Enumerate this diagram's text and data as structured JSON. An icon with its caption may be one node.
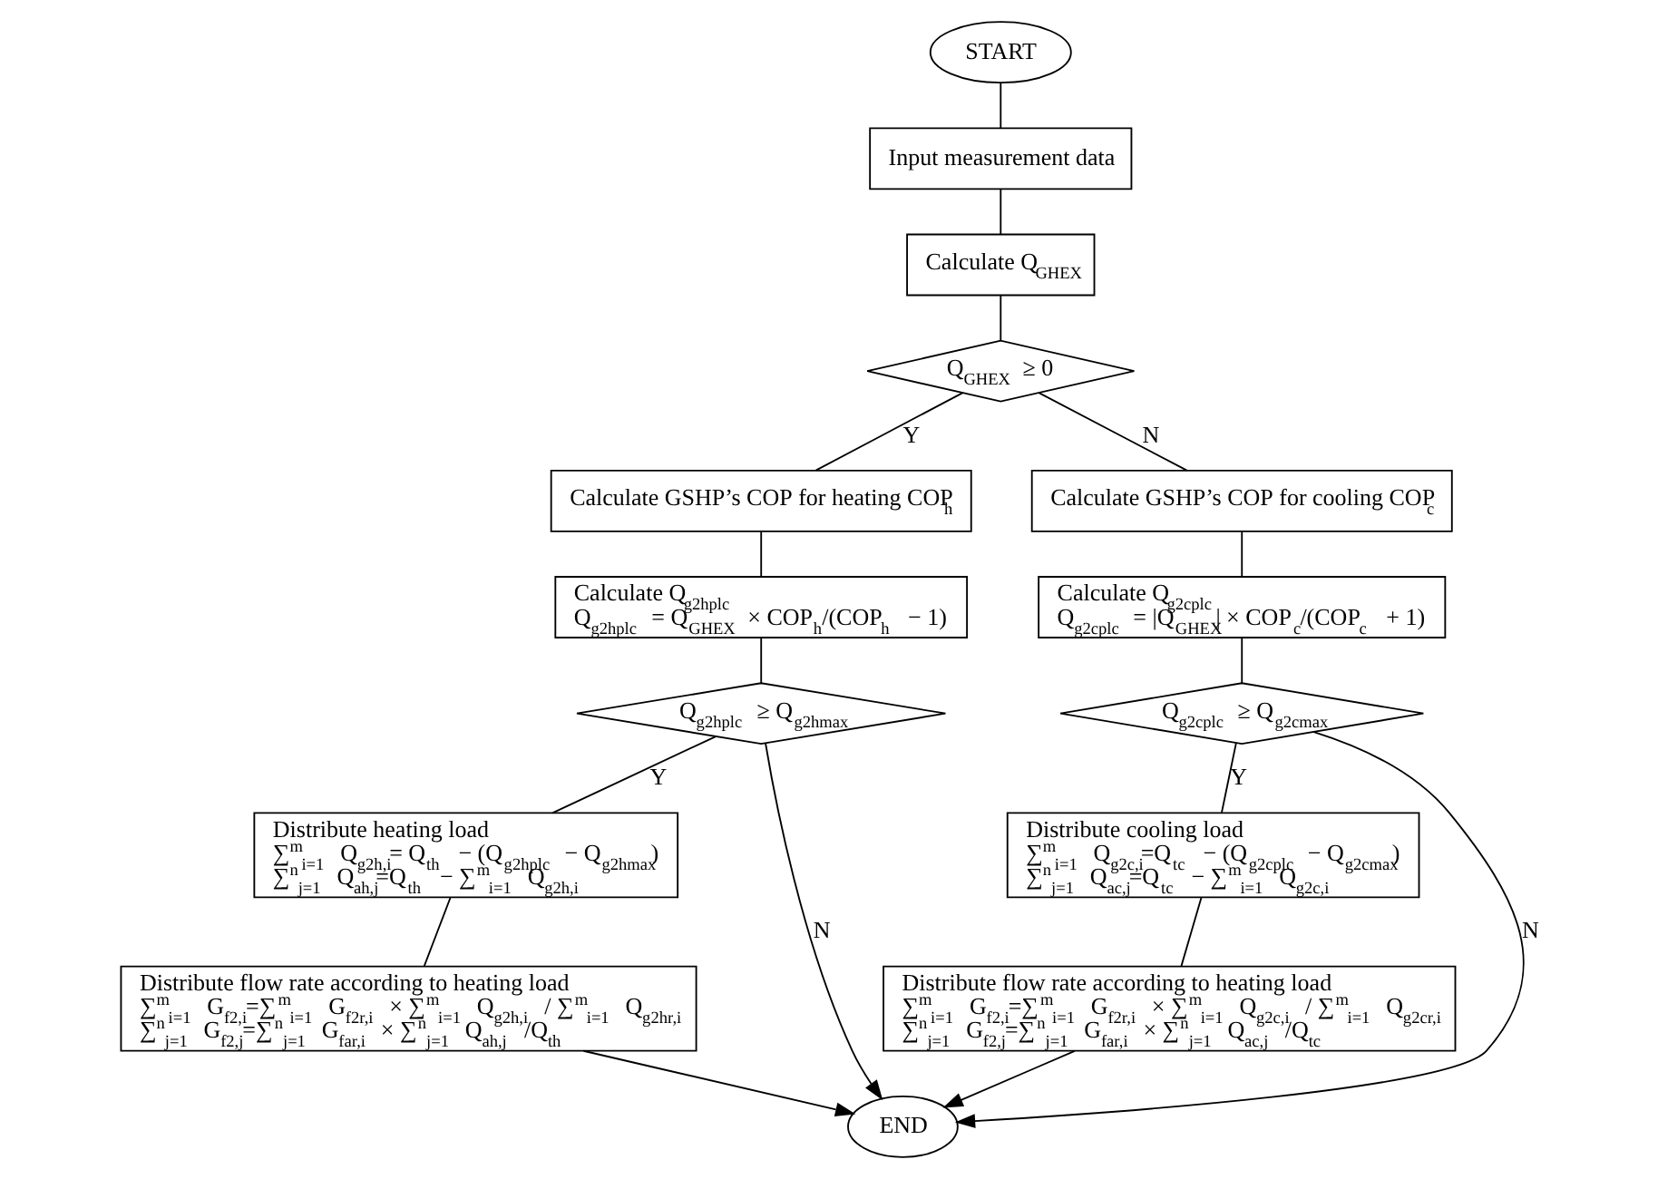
{
  "diagram": {
    "nodes": [
      {
        "text": [
          "START"
        ]
      },
      {
        "text": [
          "Input measurement data"
        ]
      },
      {
        "text": [
          "Calculate Q$_{GHEX}$"
        ]
      },
      {
        "text": [
          "Q$_{GHEX}$ ≥ 0"
        ]
      },
      {
        "text": [
          "Calculate GSHP’s COP for heating COP$_{h}$"
        ]
      },
      {
        "text": [
          "Calculate GSHP’s COP for cooling COP$_{c}$"
        ]
      },
      {
        "text": [
          "Calculate Q$_{g2hplc}$",
          "Q$_{g2hplc}$ = Q$_{GHEX}$ × COP$_{h}$/(COP$_{h}$ − 1)"
        ]
      },
      {
        "text": [
          "Calculate Q$_{g2cplc}$",
          "Q$_{g2cplc}$ = |Q$_{GHEX}$| × COP$_{c}$/(COP$_{c}$ + 1)"
        ]
      },
      {
        "text": [
          "Q$_{g2hplc}$ ≥ Q$_{g2hmax}$"
        ]
      },
      {
        "text": [
          "Q$_{g2cplc}$ ≥ Q$_{g2cmax}$"
        ]
      },
      {
        "text": [
          "Distribute heating load",
          "∑$^{m}$$_{i=1}$ Q$_{g2h,i}$= Q$_{th}$ − (Q$_{g2hplc}$ − Q$_{g2hmax}$)",
          "∑$^{n}$$_{j=1}$ Q$_{ah,j}$=Q$_{th}$ − ∑$^{m}$$_{i=1}$ Q$_{g2h,i}$"
        ]
      },
      {
        "text": [
          "Distribute cooling load",
          "∑$^{m}$$_{i=1}$ Q$_{g2c,i}$=Q$_{tc}$ − (Q$_{g2cplc}$ − Q$_{g2cmax}$)",
          "∑$^{n}$$_{j=1}$ Q$_{ac,j}$=Q$_{tc}$ − ∑$^{m}$$_{i=1}$ Q$_{g2c,i}$"
        ]
      },
      {
        "text": [
          "Distribute flow rate according to heating load",
          "∑$^{m}$$_{i=1}$ G$_{f2,i}$=∑$^{m}$$_{i=1}$ G$_{f2r,i}$ × ∑$^{m}$$_{i=1}$ Q$_{g2h,i}$ / ∑$^{m}$$_{i=1}$ Q$_{g2hr,i}$",
          "∑$^{n}$$_{j=1}$ G$_{f2,j}$=∑$^{n}$$_{j=1}$ G$_{far,i}$ × ∑$^{n}$$_{j=1}$ Q$_{ah,j}$ /Q$_{th}$"
        ]
      },
      {
        "text": [
          "Distribute flow rate according to heating load",
          "∑$^{m}$$_{i=1}$ G$_{f2,i}$=∑$^{m}$$_{i=1}$ G$_{f2r,i}$ × ∑$^{m}$$_{i=1}$ Q$_{g2c,i}$ / ∑$^{m}$$_{i=1}$ Q$_{g2cr,i}$",
          "∑$^{n}$$_{j=1}$ G$_{f2,j}$=∑$^{n}$$_{j=1}$ G$_{far,i}$ × ∑$^{n}$$_{j=1}$ Q$_{ac,j}$ /Q$_{tc}$"
        ]
      },
      {
        "text": [
          "END"
        ]
      }
    ],
    "edges": [
      {
        "from": 0,
        "to": 1,
        "arrow": "none"
      },
      {
        "from": 1,
        "to": 2,
        "arrow": "none"
      },
      {
        "from": 2,
        "to": 3,
        "arrow": "none"
      },
      {
        "from": 3,
        "to": 4,
        "arrow": "none",
        "label": "Y"
      },
      {
        "from": 3,
        "to": 5,
        "arrow": "none",
        "label": "N"
      },
      {
        "from": 4,
        "to": 6,
        "arrow": "none"
      },
      {
        "from": 5,
        "to": 7,
        "arrow": "none"
      },
      {
        "from": 6,
        "to": 8,
        "arrow": "none"
      },
      {
        "from": 7,
        "to": 9,
        "arrow": "none"
      },
      {
        "from": 8,
        "to": 10,
        "arrow": "none",
        "label": "Y"
      },
      {
        "from": 9,
        "to": 11,
        "arrow": "none",
        "label": "Y"
      },
      {
        "from": 10,
        "to": 12,
        "arrow": "none"
      },
      {
        "from": 11,
        "to": 13,
        "arrow": "none"
      },
      {
        "from": 8,
        "to": 14,
        "arrow": "to",
        "label": "N"
      },
      {
        "from": 9,
        "to": 14,
        "arrow": "to",
        "label": "N"
      },
      {
        "from": 12,
        "to": 14,
        "arrow": "to"
      },
      {
        "from": 13,
        "to": 14,
        "arrow": "to"
      }
    ]
  }
}
